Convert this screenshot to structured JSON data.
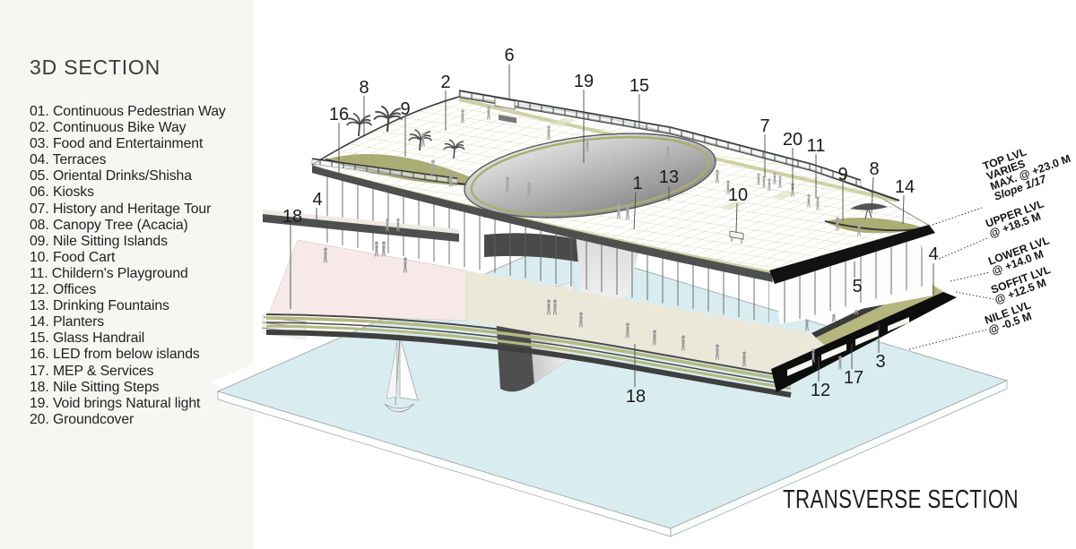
{
  "legend": {
    "title": "3D SECTION",
    "items": [
      "01. Continuous Pedestrian Way",
      "02. Continuous Bike Way",
      "03. Food and Entertainment",
      "04. Terraces",
      "05. Oriental Drinks/Shisha",
      "06. Kiosks",
      "07. History and Heritage Tour",
      "08. Canopy Tree (Acacia)",
      "09. Nile Sitting Islands",
      "10. Food Cart",
      "11. Childern's Playground",
      "12. Offices",
      "13. Drinking Fountains",
      "14. Planters",
      "15. Glass Handrail",
      "16. LED from below islands",
      "17. MEP & Services",
      "18. Nile Sitting Steps",
      "19. Void brings Natural light",
      "20. Groundcover"
    ]
  },
  "diagram": {
    "section_label": "TRANSVERSE SECTION",
    "callouts": [
      "6",
      "2",
      "8",
      "16",
      "9",
      "19",
      "15",
      "7",
      "20",
      "11",
      "13",
      "1",
      "10",
      "9",
      "8",
      "14",
      "4",
      "18",
      "4",
      "5",
      "3",
      "17",
      "12",
      "18"
    ],
    "levels": [
      {
        "l1": "TOP LVL",
        "l2": "VARIES",
        "l3": "MAX. @ +23.0 M",
        "l4": "Slope 1/17"
      },
      {
        "l1": "UPPER LVL",
        "l2": "@ +18.5 M"
      },
      {
        "l1": "LOWER LVL",
        "l2": "@ +14.0 M"
      },
      {
        "l1": "SOFFIT LVL",
        "l2": "@ +12.5 M"
      },
      {
        "l1": "NILE LVL",
        "l2": "@ -0.5 M"
      }
    ],
    "colors": {
      "water": "#d9edf0",
      "olive": "#aaad74",
      "grid_line": "#b9bd88",
      "poche": "#121212",
      "fascia": "#4e4f4f",
      "floor_pink": "#f6e9e8",
      "floor_beige": "#ebe8da",
      "panel_bg": "#f7f6f3"
    }
  }
}
